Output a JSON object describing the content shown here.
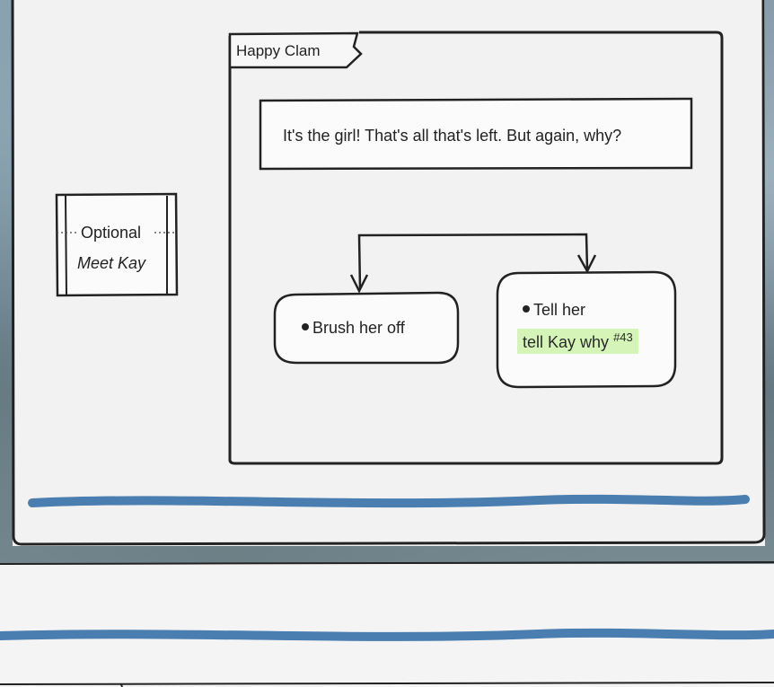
{
  "tab_label": "Happy Clam",
  "dialogue_text": "It's the girl! That's all that's left. But again, why?",
  "condition": {
    "label": "Optional",
    "value": "Meet Kay"
  },
  "choices": [
    {
      "label": "Brush her off"
    },
    {
      "label": "Tell her",
      "tag": "tell Kay why",
      "tag_ref": "#43"
    }
  ],
  "colors": {
    "divider": "#4a7db0",
    "highlight": "#d5f5b8",
    "stroke": "#222222"
  }
}
